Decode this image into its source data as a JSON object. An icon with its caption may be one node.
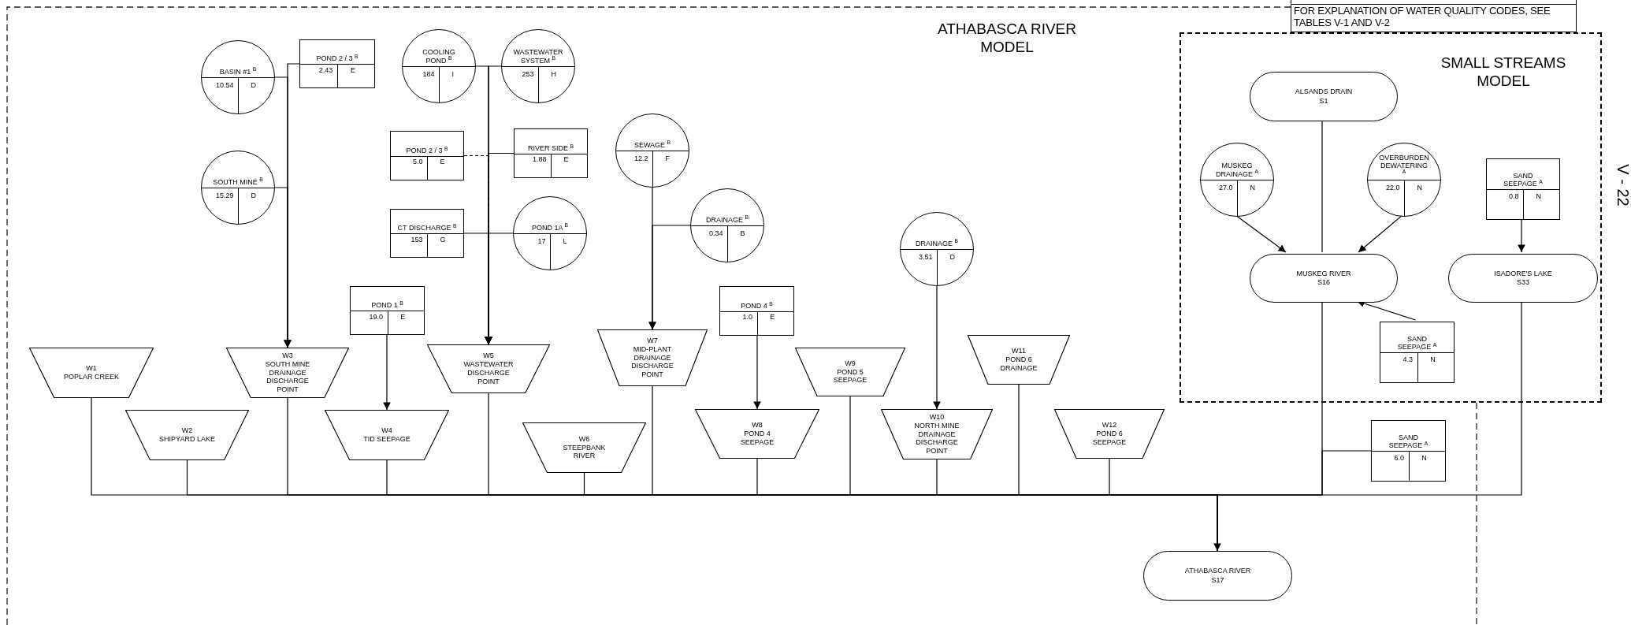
{
  "diagram": {
    "nodes": [
      {
        "text": [
          "ATHABASCA RIVER MODEL"
        ]
      },
      {
        "text": [
          "BASIN #1 $^{B}$",
          "10.54",
          "D"
        ],
        "in": 0
      },
      {
        "text": [
          "POND 2 / 3 $^{B}$",
          "2.43",
          "E"
        ],
        "in": 0
      },
      {
        "text": [
          "SOUTH MINE $^{B}$",
          "15.29",
          "D"
        ],
        "in": 0
      },
      {
        "text": [
          "COOLING POND $^{B}$",
          "184",
          "I"
        ],
        "in": 0
      },
      {
        "text": [
          "WASTEWATER SYSTEM $^{B}$",
          "253",
          "H"
        ],
        "in": 0
      },
      {
        "text": [
          "POND 2 / 3 $^{B}$",
          "5.0",
          "E"
        ],
        "in": 0
      },
      {
        "text": [
          "RIVER SIDE $^{B}$",
          "1.88",
          "E"
        ],
        "in": 0
      },
      {
        "text": [
          "SEWAGE $^{B}$",
          "12.2",
          "F"
        ],
        "in": 0
      },
      {
        "text": [
          "CT DISCHARGE $^{B}$",
          "153",
          "G"
        ],
        "in": 0
      },
      {
        "text": [
          "POND 1A $^{B}$",
          "17",
          "L"
        ],
        "in": 0
      },
      {
        "text": [
          "DRAINAGE $^{B}$",
          "0.34",
          "B"
        ],
        "in": 0
      },
      {
        "text": [
          "DRAINAGE $^{B}$",
          "3.51",
          "D"
        ],
        "in": 0
      },
      {
        "text": [
          "POND 1 $^{B}$",
          "19.0",
          "E"
        ],
        "in": 0
      },
      {
        "text": [
          "POND 4 $^{B}$",
          "1.0",
          "E"
        ],
        "in": 0
      },
      {
        "text": [
          "W1",
          "POPLAR CREEK"
        ],
        "in": 0
      },
      {
        "text": [
          "W3",
          "SOUTH MINE DRAINAGE DISCHARGE POINT"
        ],
        "in": 0
      },
      {
        "text": [
          "W5",
          "WASTEWATER DISCHARGE POINT"
        ],
        "in": 0
      },
      {
        "text": [
          "W7",
          "MID-PLANT DRAINAGE DISCHARGE POINT"
        ],
        "in": 0
      },
      {
        "text": [
          "W9",
          "POND 5 SEEPAGE"
        ],
        "in": 0
      },
      {
        "text": [
          "W11",
          "POND 6 DRAINAGE"
        ],
        "in": 0
      },
      {
        "text": [
          "W2",
          "SHIPYARD LAKE"
        ],
        "in": 0
      },
      {
        "text": [
          "W4",
          "TID SEEPAGE"
        ],
        "in": 0
      },
      {
        "text": [
          "W6",
          "STEEPBANK RIVER"
        ],
        "in": 0
      },
      {
        "text": [
          "W8",
          "POND 4 SEEPAGE"
        ],
        "in": 0
      },
      {
        "text": [
          "W10",
          "NORTH MINE DRAINAGE DISCHARGE POINT"
        ],
        "in": 0
      },
      {
        "text": [
          "W12",
          "POND 6 SEEPAGE"
        ],
        "in": 0
      },
      {
        "text": [
          "SAND SEEPAGE $^{A}$",
          "6.0",
          "N"
        ],
        "in": 0
      },
      {
        "text": [
          "ATHABASCA RIVER",
          "S17"
        ],
        "in": 0
      },
      {
        "text": [
          "SMALL STREAMS MODEL"
        ],
        "in": 0
      },
      {
        "text": [
          "ALSANDS DRAIN",
          "S1"
        ],
        "in": 29
      },
      {
        "text": [
          "MUSKEG DRAINAGE $^{A}$",
          "27.0",
          "N"
        ],
        "in": 29
      },
      {
        "text": [
          "OVERBURDEN DEWATERING $^{A}$",
          "22.0",
          "N"
        ],
        "in": 29
      },
      {
        "text": [
          "SAND SEEPAGE $^{A}$",
          "0.8",
          "N"
        ],
        "in": 29
      },
      {
        "text": [
          "MUSKEG RIVER",
          "S16"
        ],
        "in": 29
      },
      {
        "text": [
          "ISADORE'S LAKE",
          "S33"
        ],
        "in": 29
      },
      {
        "text": [
          "SAND SEEPAGE $^{A}$",
          "4.3",
          "N"
        ],
        "in": 29
      }
    ],
    "edges": [
      {
        "from": 1,
        "to": 16,
        "arrow": "to"
      },
      {
        "from": 2,
        "to": 16,
        "arrow": "to"
      },
      {
        "from": 3,
        "to": 16,
        "arrow": "to"
      },
      {
        "from": 4,
        "to": 17,
        "arrow": "to"
      },
      {
        "from": 5,
        "to": 17,
        "arrow": "to"
      },
      {
        "from": 6,
        "to": 17,
        "arrow": "to",
        "style": "dashed"
      },
      {
        "from": 7,
        "to": 17,
        "arrow": "to"
      },
      {
        "from": 9,
        "to": 17,
        "arrow": "to"
      },
      {
        "from": 10,
        "to": 17,
        "arrow": "to"
      },
      {
        "from": 8,
        "to": 18,
        "arrow": "to"
      },
      {
        "from": 11,
        "to": 18,
        "arrow": "to"
      },
      {
        "from": 13,
        "to": 22,
        "arrow": "to"
      },
      {
        "from": 14,
        "to": 24,
        "arrow": "to"
      },
      {
        "from": 12,
        "to": 25,
        "arrow": "to"
      },
      {
        "from": 15,
        "to": 28,
        "arrow": "none"
      },
      {
        "from": 21,
        "to": 28,
        "arrow": "none"
      },
      {
        "from": 16,
        "to": 28,
        "arrow": "none"
      },
      {
        "from": 22,
        "to": 28,
        "arrow": "none"
      },
      {
        "from": 17,
        "to": 28,
        "arrow": "none"
      },
      {
        "from": 23,
        "to": 28,
        "arrow": "none"
      },
      {
        "from": 18,
        "to": 28,
        "arrow": "none"
      },
      {
        "from": 24,
        "to": 28,
        "arrow": "none"
      },
      {
        "from": 19,
        "to": 28,
        "arrow": "none"
      },
      {
        "from": 25,
        "to": 28,
        "arrow": "none"
      },
      {
        "from": 20,
        "to": 28,
        "arrow": "none"
      },
      {
        "from": 26,
        "to": 28,
        "arrow": "none"
      },
      {
        "from": 30,
        "to": 34,
        "arrow": "none"
      },
      {
        "from": 31,
        "to": 34,
        "arrow": "to"
      },
      {
        "from": 32,
        "to": 34,
        "arrow": "to"
      },
      {
        "from": 33,
        "to": 35,
        "arrow": "to"
      },
      {
        "from": 36,
        "to": 34,
        "arrow": "to"
      },
      {
        "from": 34,
        "to": 28,
        "arrow": "none"
      },
      {
        "from": 35,
        "to": 28,
        "arrow": "none"
      },
      {
        "from": 27,
        "to": 28,
        "arrow": "to"
      }
    ],
    "labels": [
      "FOR EXPLANATION OF WATER QUALITY CODES, SEE TABLES V-1 AND V-2",
      "V - 22"
    ]
  }
}
